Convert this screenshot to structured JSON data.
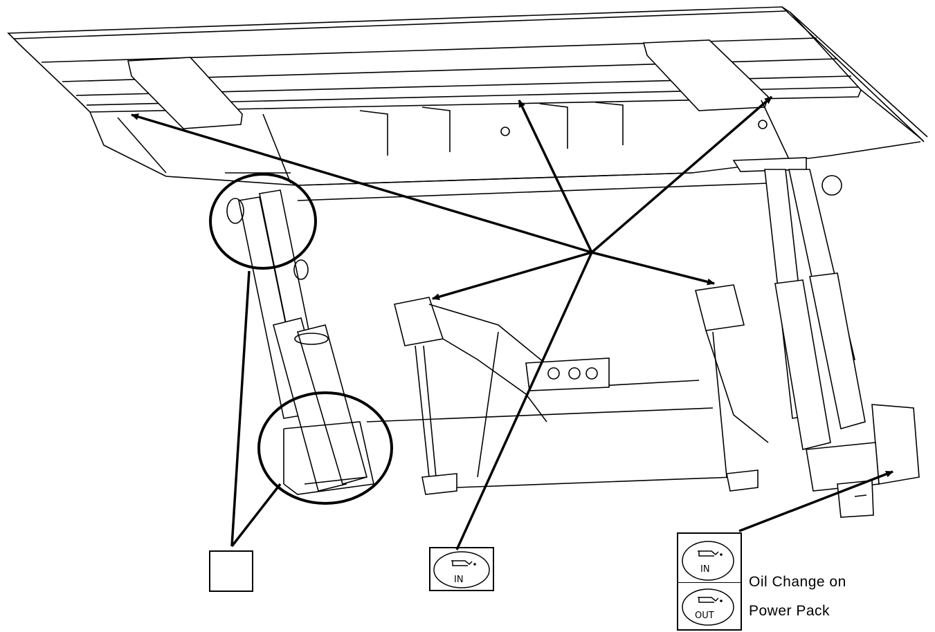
{
  "diagram": {
    "icons": [
      {
        "name": "grease-point-icon"
      },
      {
        "name": "oil-fill-icon",
        "label": "IN"
      },
      {
        "name": "oil-fill-icon",
        "label": "IN"
      },
      {
        "name": "oil-drain-icon",
        "label": "OUT"
      }
    ],
    "power_pack_note": {
      "line1": "Oil Change on",
      "line2": "Power Pack"
    }
  }
}
